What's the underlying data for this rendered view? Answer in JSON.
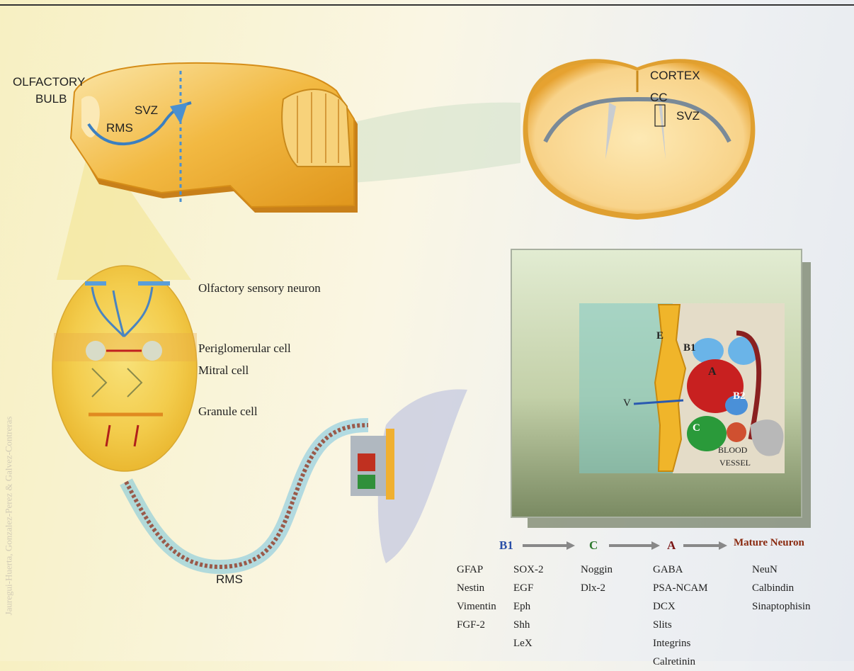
{
  "brain_labels": {
    "olfactory_bulb_1": "OLFACTORY",
    "olfactory_bulb_2": "BULB",
    "svz": "SVZ",
    "rms": "RMS"
  },
  "coronal_labels": {
    "cortex": "CORTEX",
    "cc": "CC",
    "svz": "SVZ"
  },
  "bulb_cells": {
    "sensory": "Olfactory sensory neuron",
    "periglomerular": "Periglomerular cell",
    "mitral": "Mitral cell",
    "granule": "Granule cell"
  },
  "stream_label": "RMS",
  "niche_labels": {
    "e": "E",
    "b1": "B1",
    "a": "A",
    "b2": "B2",
    "v": "V",
    "c": "C",
    "blood1": "BLOOD",
    "blood2": "VESSEL"
  },
  "lineage": {
    "b1": "B1",
    "c": "C",
    "a": "A",
    "mature": "Mature Neuron"
  },
  "markers": {
    "b1_col1": [
      "GFAP",
      "Nestin",
      "Vimentin",
      "FGF-2"
    ],
    "b1_col2": [
      "SOX-2",
      "EGF",
      "Eph",
      "Shh",
      "LeX"
    ],
    "c": [
      "Noggin",
      "Dlx-2"
    ],
    "a": [
      "GABA",
      "PSA-NCAM",
      "DCX",
      "Slits",
      "Integrins",
      "Calretinin"
    ],
    "mature": [
      "NeuN",
      "Calbindin",
      "Sinaptophisin"
    ]
  },
  "watermark": "Jauregui-Huerta, Gonzalez-Perez & Galvez-Contreras",
  "colors": {
    "b1": "#2a4fa8",
    "c": "#2f7a2f",
    "a": "#7a1414",
    "mature": "#8a2a10",
    "brain": "#f0b030"
  }
}
